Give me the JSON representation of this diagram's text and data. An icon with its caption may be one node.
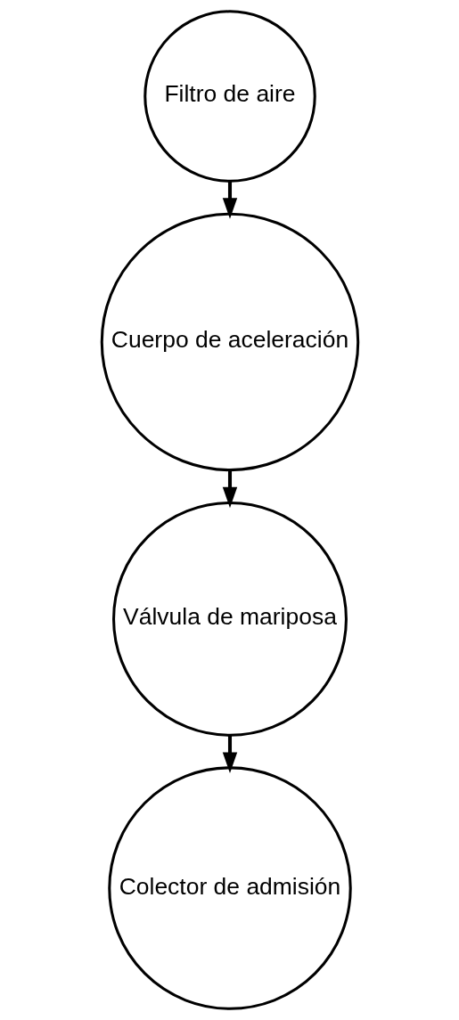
{
  "diagram": {
    "nodes": [
      {
        "text": [
          "Filtro de aire"
        ]
      },
      {
        "text": [
          "Cuerpo de aceleración"
        ]
      },
      {
        "text": [
          "Válvula de mariposa"
        ]
      },
      {
        "text": [
          "Colector de admisión"
        ]
      }
    ],
    "edges": [
      {
        "from": 0,
        "to": 1,
        "arrow": "to"
      },
      {
        "from": 1,
        "to": 2,
        "arrow": "to"
      },
      {
        "from": 2,
        "to": 3,
        "arrow": "to"
      }
    ]
  }
}
